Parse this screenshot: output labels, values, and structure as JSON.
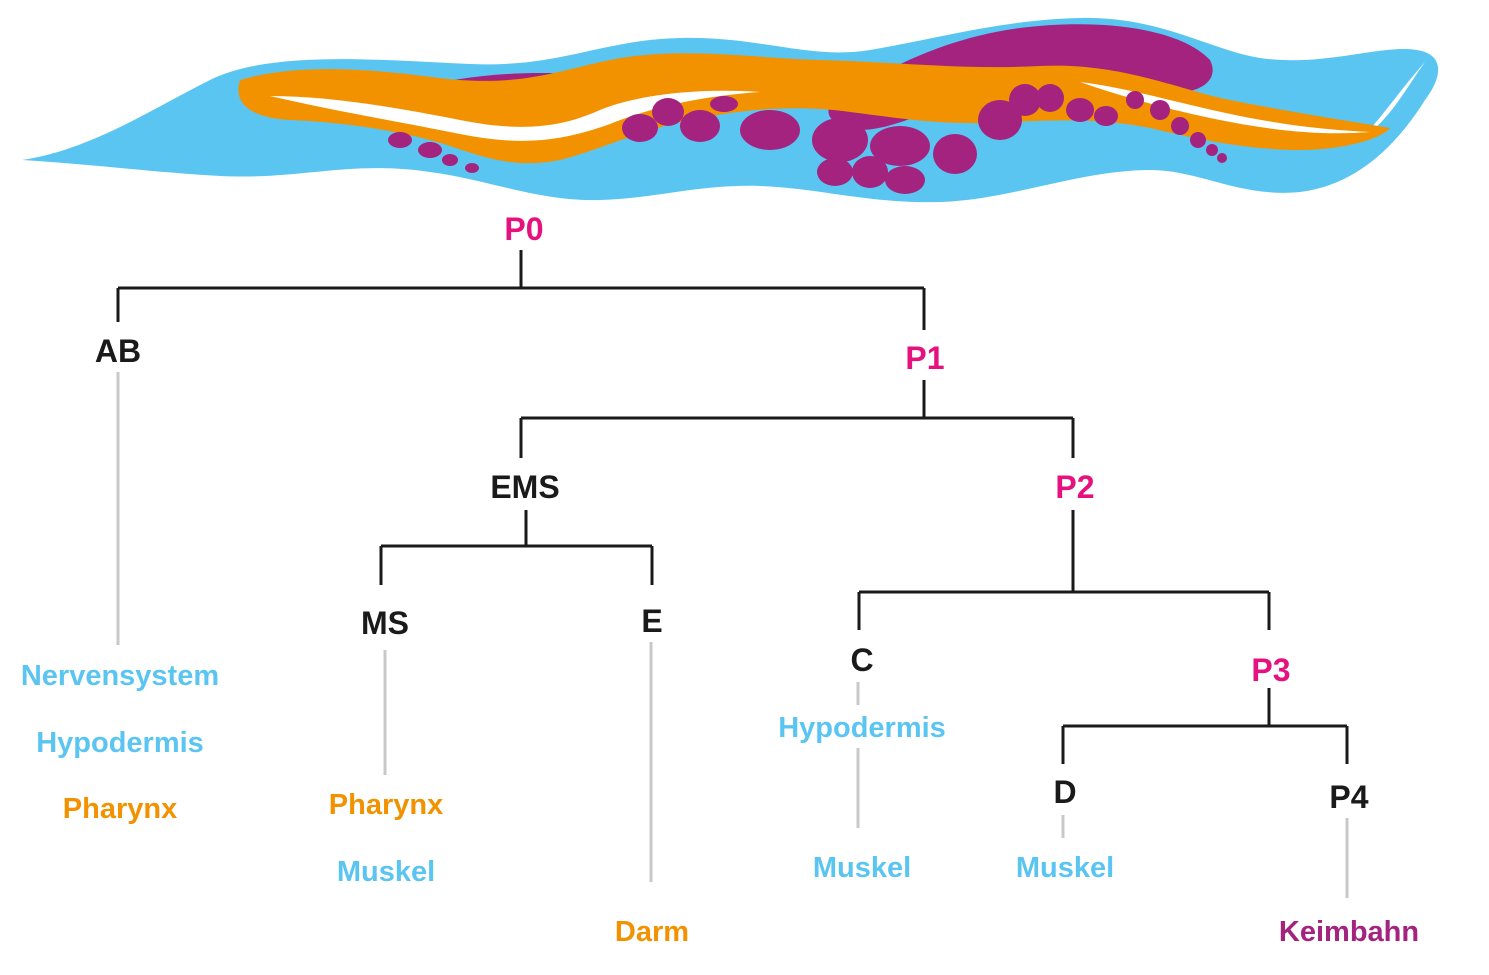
{
  "colors": {
    "germline_cell": "#e5117f",
    "somatic_cell": "#1a1a1a",
    "nervous_hypodermis_muscle": "#5bc5f2",
    "pharynx_gut": "#f39200",
    "germline_tissue": "#a3237f",
    "branch_line": "#1a1a1a",
    "fate_line": "#c8c8c8"
  },
  "cells": {
    "p0": "P0",
    "ab": "AB",
    "p1": "P1",
    "ems": "EMS",
    "p2": "P2",
    "ms": "MS",
    "e": "E",
    "c": "C",
    "p3": "P3",
    "d": "D",
    "p4": "P4"
  },
  "fates": {
    "ab_nervous": "Nervensystem",
    "ab_hypodermis": "Hypodermis",
    "ab_pharynx": "Pharynx",
    "ms_pharynx": "Pharynx",
    "ms_muscle": "Muskel",
    "e_gut": "Darm",
    "c_hypodermis": "Hypodermis",
    "c_muscle": "Muskel",
    "d_muscle": "Muskel",
    "p4_germline": "Keimbahn"
  }
}
